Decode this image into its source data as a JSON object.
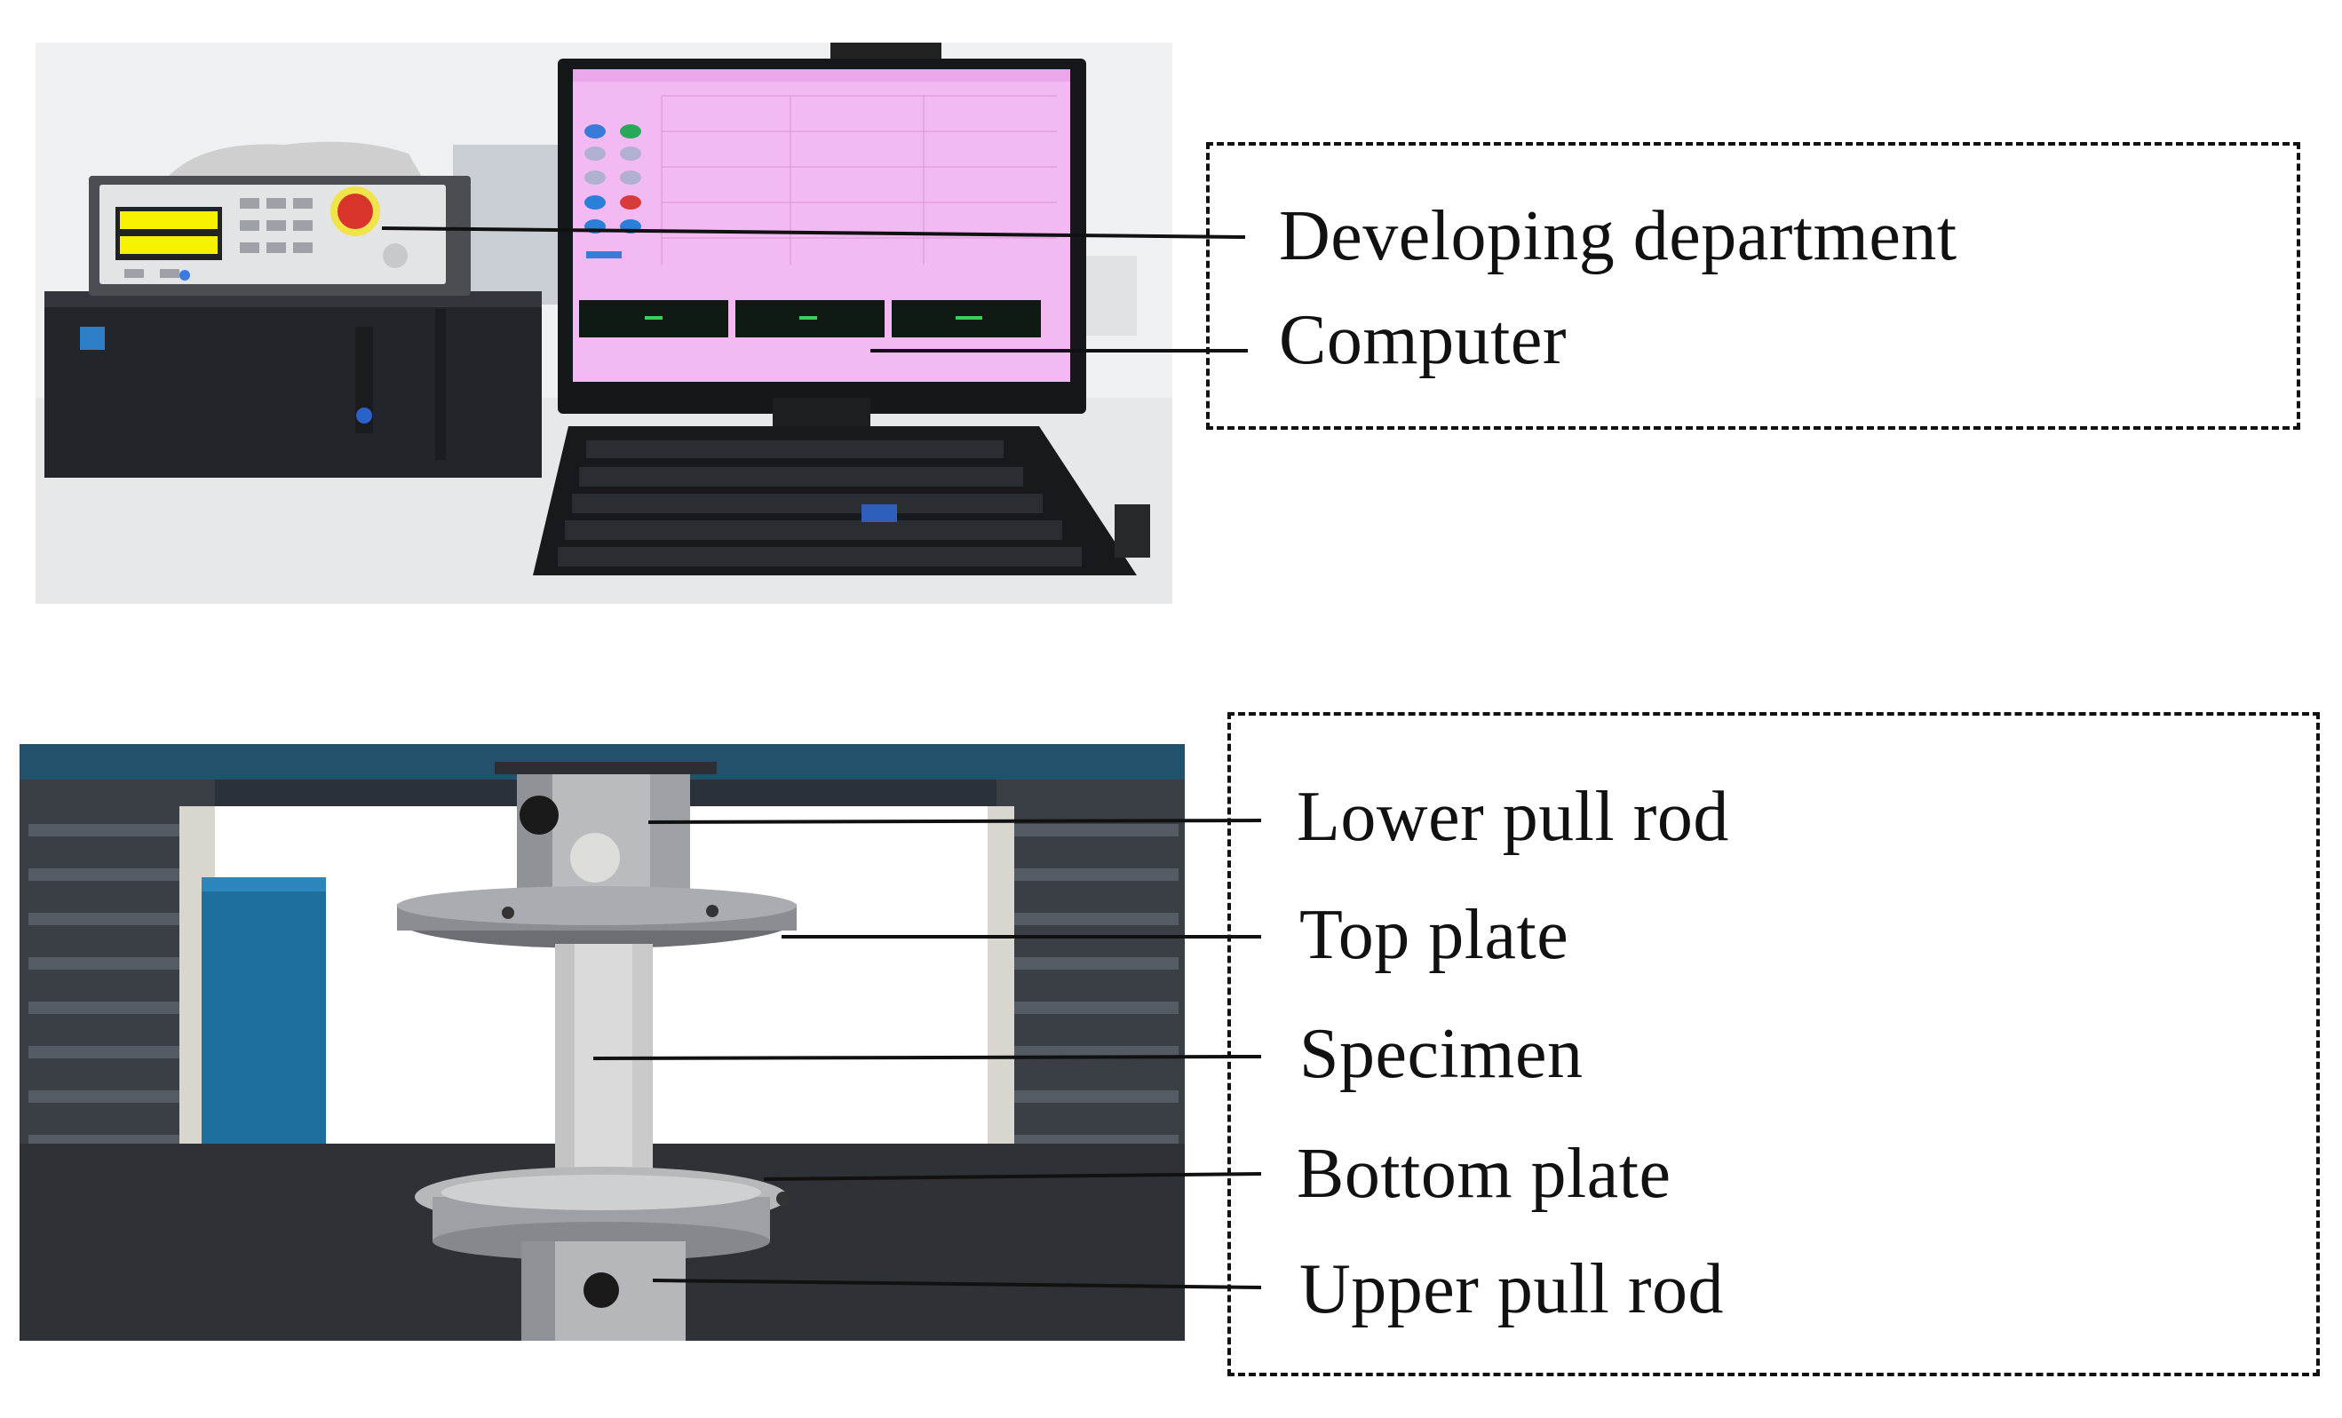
{
  "top_panel": {
    "labels": [
      "Developing department",
      "Computer"
    ]
  },
  "bottom_panel": {
    "labels": [
      "Lower pull rod",
      "Top plate",
      "Specimen",
      "Bottom plate",
      "Upper pull rod"
    ]
  },
  "colors": {
    "line": "#111111",
    "screen": "#f2b9f2",
    "display_yellow": "#f6f200",
    "estop_red": "#d9342b",
    "frame_blue": "#1f6f9e",
    "steel": "#b9bcbf",
    "specimen": "#dadada"
  }
}
